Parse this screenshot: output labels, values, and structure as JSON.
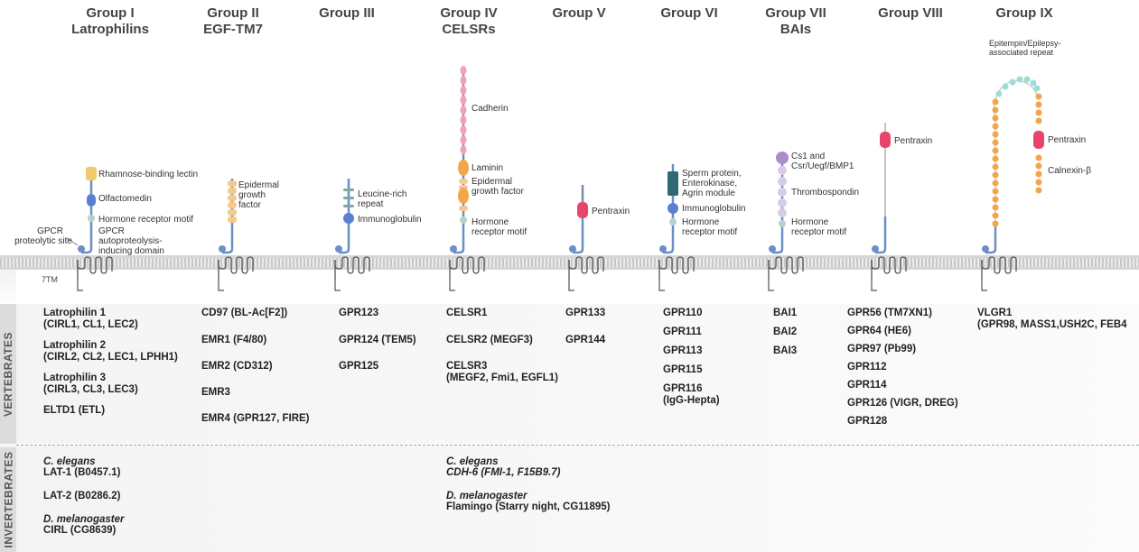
{
  "groups": [
    {
      "title": "Group I",
      "subtitle": "Latrophilins"
    },
    {
      "title": "Group II",
      "subtitle": "EGF-TM7"
    },
    {
      "title": "Group III",
      "subtitle": ""
    },
    {
      "title": "Group IV",
      "subtitle": "CELSRs"
    },
    {
      "title": "Group V",
      "subtitle": ""
    },
    {
      "title": "Group VI",
      "subtitle": ""
    },
    {
      "title": "Group VII",
      "subtitle": "BAIs"
    },
    {
      "title": "Group VIII",
      "subtitle": ""
    },
    {
      "title": "Group IX",
      "subtitle": ""
    }
  ],
  "domain_labels": {
    "g1_rhamnose": "Rhamnose-binding lectin",
    "g1_olfactomedin": "Olfactomedin",
    "g1_hormone": "Hormone receptor motif",
    "g1_gpcr_site_1": "GPCR",
    "g1_gpcr_site_2": "proteolytic site",
    "g1_gain_1": "GPCR",
    "g1_gain_2": "autoproteolysis-",
    "g1_gain_3": "inducing domain",
    "g2_egf_1": "Epidermal",
    "g2_egf_2": "growth",
    "g2_egf_3": "factor",
    "g3_lrr_1": "Leucine-rich",
    "g3_lrr_2": "repeat",
    "g3_ig": "Immunoglobulin",
    "g4_cadherin": "Cadherin",
    "g4_laminin": "Laminin",
    "g4_egf_1": "Epidermal",
    "g4_egf_2": "growth factor",
    "g4_hormone_1": "Hormone",
    "g4_hormone_2": "receptor motif",
    "g5_pentraxin": "Pentraxin",
    "g6_sea_1": "Sperm protein,",
    "g6_sea_2": "Enterokinase,",
    "g6_sea_3": "Agrin module",
    "g6_ig": "Immunoglobulin",
    "g6_hormone_1": "Hormone",
    "g6_hormone_2": "receptor motif",
    "g7_cs1_1": "Cs1 and",
    "g7_cs1_2": "Csr/Uegf/BMP1",
    "g7_tsp": "Thrombospondin",
    "g7_hormone_1": "Hormone",
    "g7_hormone_2": "receptor motif",
    "g8_pentraxin": "Pentraxin",
    "g9_epitempin_1": "Epitempin/Epilepsy-",
    "g9_epitempin_2": "associated repeat",
    "g9_pentraxin": "Pentraxin",
    "g9_calnexin": "Calnexin-β",
    "tm": "7TM"
  },
  "side_labels": {
    "vertebrates": "VERTEBRATES",
    "invertebrates": "INVERTEBRATES"
  },
  "vertebrates": {
    "g1": [
      "Latrophilin 1",
      "(CIRL1, CL1, LEC2)",
      "Latrophilin 2",
      "(CIRL2, CL2, LEC1, LPHH1)",
      "Latrophilin 3",
      "(CIRL3, CL3, LEC3)",
      "ELTD1 (ETL)"
    ],
    "g2": [
      "CD97 (BL-Ac[F2])",
      "EMR1 (F4/80)",
      "EMR2 (CD312)",
      "EMR3",
      "EMR4 (GPR127, FIRE)"
    ],
    "g3": [
      "GPR123",
      "GPR124 (TEM5)",
      "GPR125"
    ],
    "g4": [
      "CELSR1",
      "CELSR2 (MEGF3)",
      "CELSR3",
      "(MEGF2, Fmi1, EGFL1)"
    ],
    "g5": [
      "GPR133",
      "GPR144"
    ],
    "g6": [
      "GPR110",
      "GPR111",
      "GPR113",
      "GPR115",
      "GPR116",
      "(IgG-Hepta)"
    ],
    "g7": [
      "BAI1",
      "BAI2",
      "BAI3"
    ],
    "g8": [
      "GPR56 (TM7XN1)",
      "GPR64 (HE6)",
      "GPR97 (Pb99)",
      "GPR112",
      "GPR114",
      "GPR126 (VIGR, DREG)",
      "GPR128"
    ],
    "g9": [
      "VLGR1",
      "(GPR98, MASS1,USH2C, FEB4"
    ]
  },
  "invertebrates": {
    "g1": [
      {
        "species": "C. elegans",
        "entries": [
          "LAT-1 (B0457.1)",
          "LAT-2 (B0286.2)"
        ]
      },
      {
        "species": "D. melanogaster",
        "entries": [
          "CIRL (CG8639)"
        ]
      }
    ],
    "g4": [
      {
        "species": "C. elegans",
        "entries": [
          "CDH-6 (FMI-1, F15B9.7)"
        ]
      },
      {
        "species": "D. melanogaster",
        "entries": [
          "Flamingo (Starry night, CG11895)"
        ]
      }
    ]
  },
  "colors": {
    "stalk": "#6b8fc6",
    "rhamnose": "#f2c96a",
    "olfactomedin": "#5b7fd0",
    "hormone": "#b5d3c8",
    "egf": "#f6c98c",
    "lrr": "#7fa9a0",
    "ig": "#5b7fd0",
    "cadherin": "#f2a3b3",
    "laminin": "#f2a54a",
    "pentraxin": "#e8456a",
    "sea": "#2f6a74",
    "cs1": "#a98cc8",
    "tsp": "#d8cce6",
    "calnexin": "#f2a54a",
    "epitempin": "#9fdcd8",
    "dashed": "#7fb3c6"
  }
}
